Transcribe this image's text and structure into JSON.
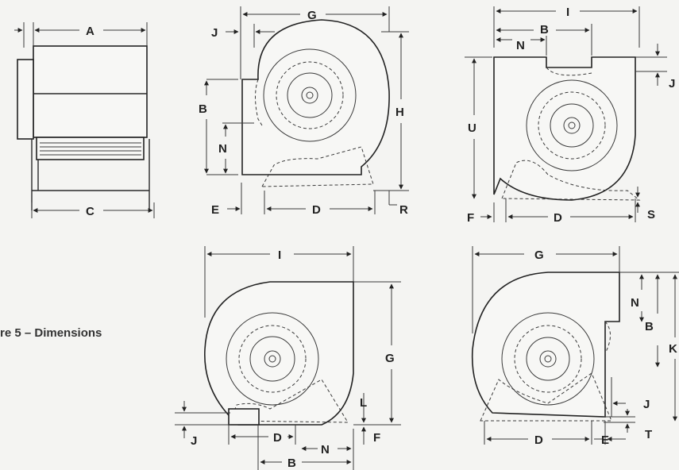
{
  "caption": "re 5 – Dimensions",
  "labels": {
    "a": "A",
    "b": "B",
    "c": "C",
    "d": "D",
    "e": "E",
    "f": "F",
    "g": "G",
    "h": "H",
    "i": "I",
    "j": "J",
    "k": "K",
    "l": "L",
    "n": "N",
    "r": "R",
    "s": "S",
    "t": "T",
    "u": "U"
  }
}
